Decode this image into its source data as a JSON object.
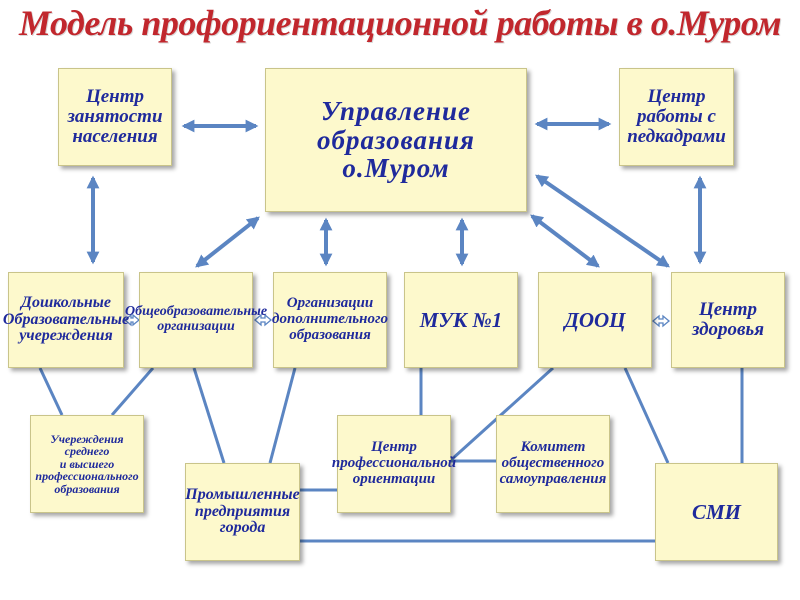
{
  "title": "Модель профориентационной работы в о.Муром",
  "colors": {
    "title": "#c1272d",
    "box_fill": "#fdf9cc",
    "box_text": "#1f2a9c",
    "connector": "#5b85c2"
  },
  "boxes": {
    "upravlenie": [
      "Управление",
      "образования",
      "о.Муром"
    ],
    "centr_zanyatosti": [
      "Центр",
      "занятости",
      "населения"
    ],
    "centr_pedkadr": [
      "Центр",
      "работы с",
      "педкадрами"
    ],
    "doshkolnye": [
      "Дошкольные",
      "Образовательные",
      "учереждения"
    ],
    "obsheobrazov": [
      "Общеобразовательные",
      "организации"
    ],
    "dop_obraz": [
      "Организации",
      "дополнительного",
      "образования"
    ],
    "muk": [
      "МУК №1"
    ],
    "dooc": [
      "ДООЦ"
    ],
    "centr_zdorovya": [
      "Центр",
      "здоровья"
    ],
    "uchrezhdeniya_svo": [
      "Учереждения",
      "среднего",
      "и высшего",
      "профессионального",
      "образования"
    ],
    "centr_proforient": [
      "Центр",
      "профессиональной",
      "ориентации"
    ],
    "komitet": [
      "Комитет",
      "общественного",
      "самоуправления"
    ],
    "promyshl": [
      "Промышленные",
      "предприятия",
      "города"
    ],
    "smi": [
      "СМИ"
    ]
  }
}
